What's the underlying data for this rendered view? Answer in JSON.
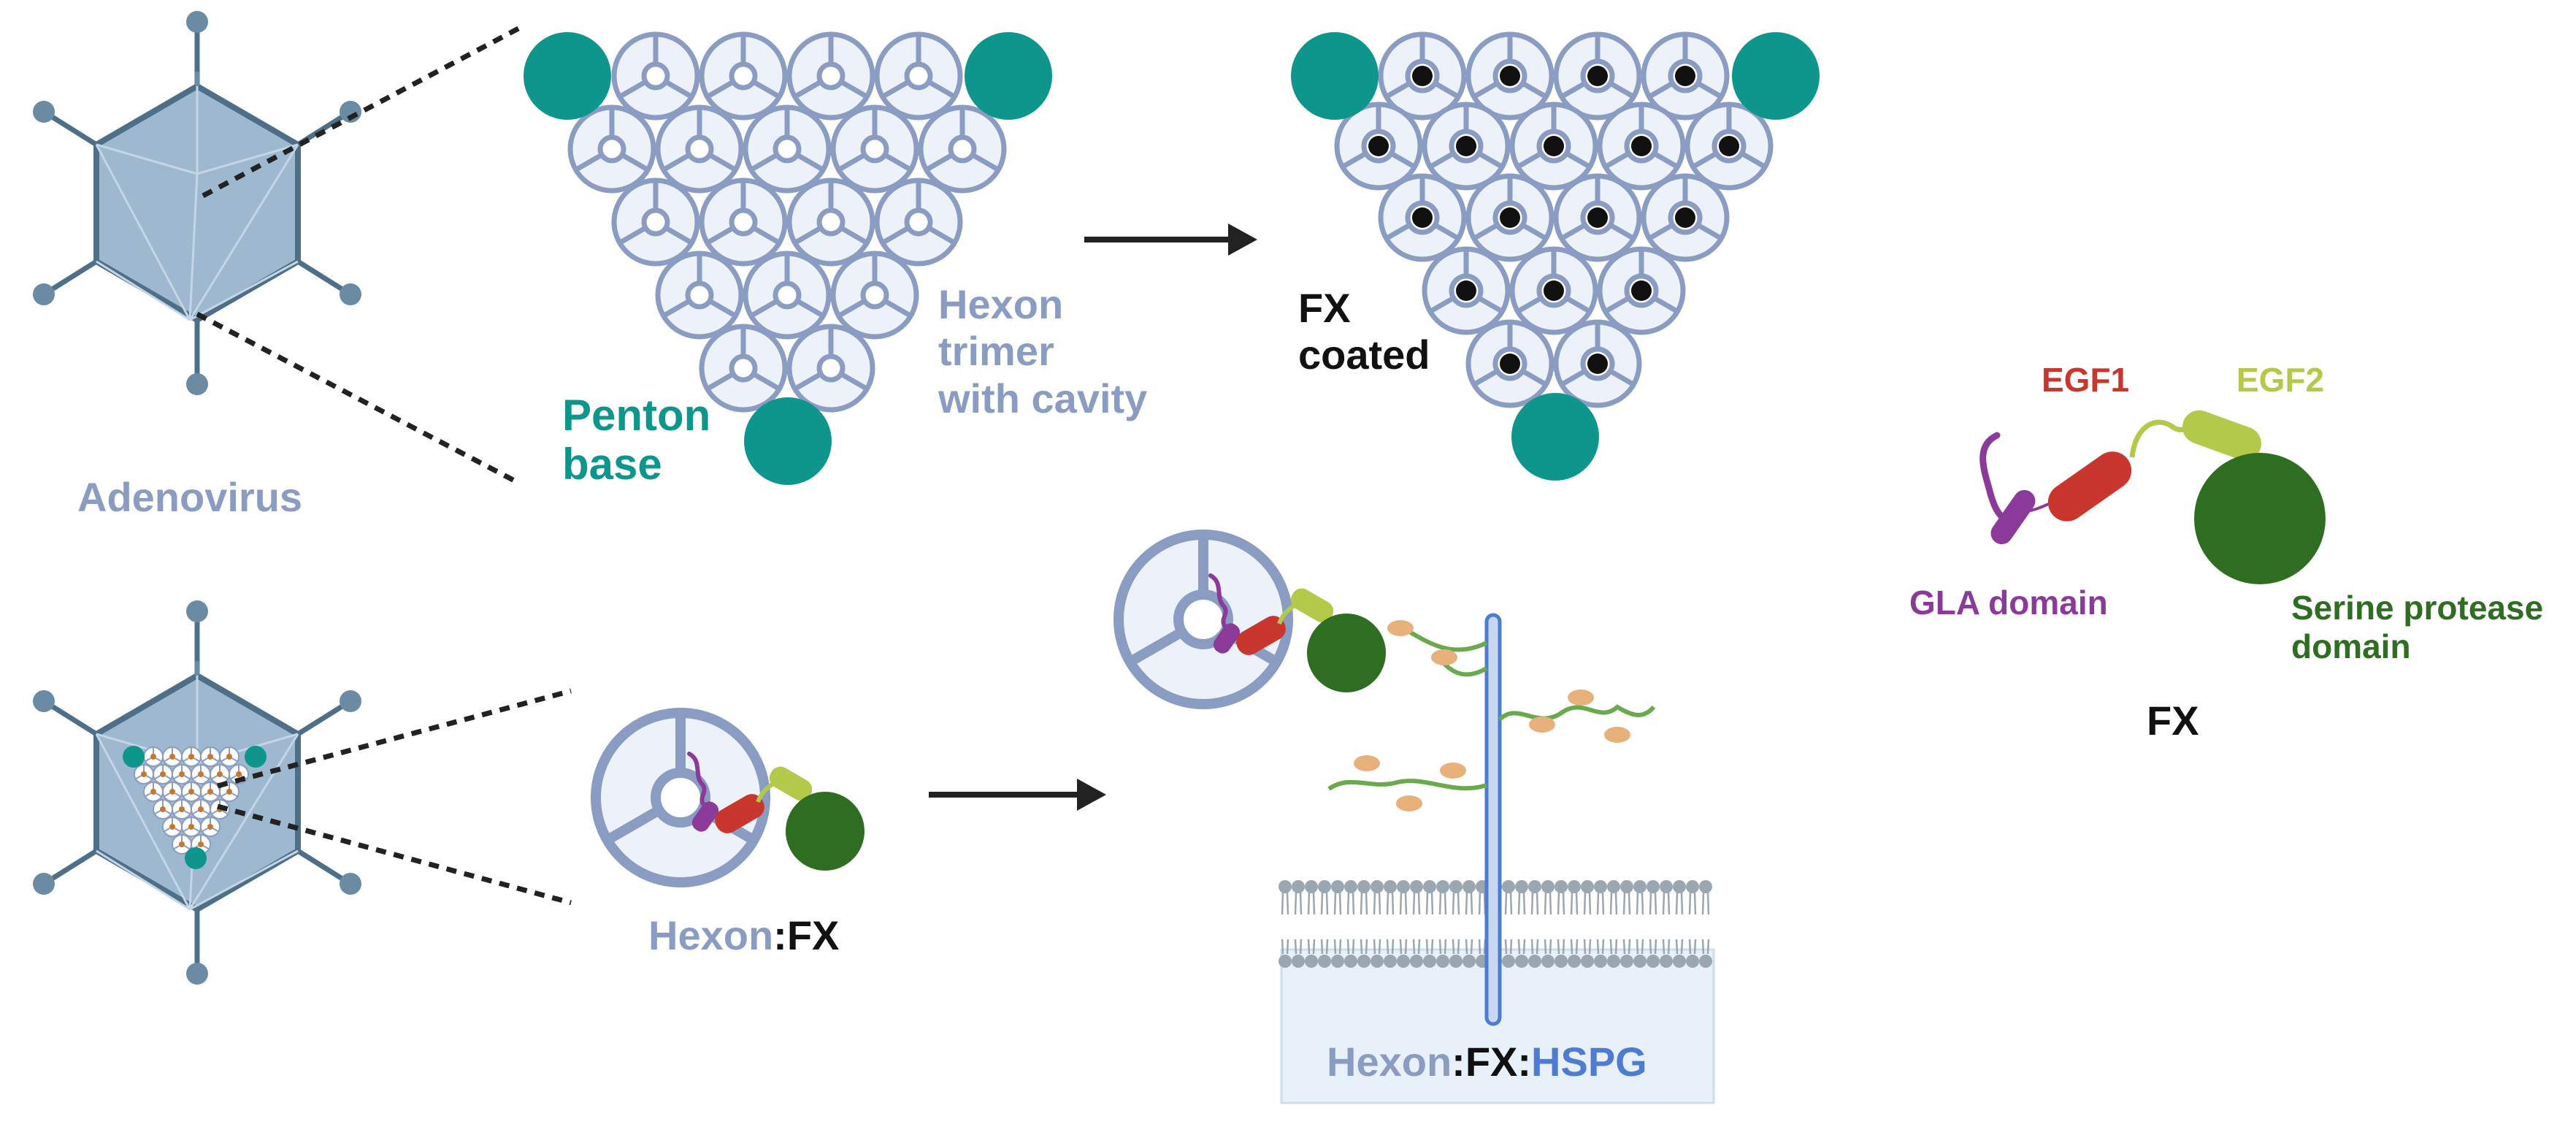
{
  "labels": {
    "adenovirus": "Adenovirus",
    "penton_line1": "Penton",
    "penton_line2": "base",
    "hexon_line1": "Hexon",
    "hexon_line2": "trimer",
    "hexon_line3": "with cavity",
    "fx_coated_line1": "FX",
    "fx_coated_line2": "coated",
    "egf1": "EGF1",
    "egf2": "EGF2",
    "gla": "GLA domain",
    "serine_line1": "Serine protease",
    "serine_line2": "domain",
    "fx": "FX",
    "hexon_fx": {
      "hexon": "Hexon",
      "sep": ":",
      "fx": "FX"
    },
    "hexon_fx_hspg": {
      "hexon": "Hexon",
      "sep1": ":",
      "fx": "FX",
      "sep2": ":",
      "hspg": "HSPG"
    }
  },
  "colors": {
    "teal": "#0f968c",
    "hexon_outline": "#8b9cc3",
    "hexon_fill": "#edf1fa",
    "capsid_fill": "#9db8cf",
    "capsid_stroke": "#4f6f88",
    "gla": "#8b3a9a",
    "egf1": "#c9362d",
    "egf2": "#b2c94a",
    "serine": "#2f6e22",
    "hspg_chain": "#6aaa4f",
    "sugar": "#e8b07a",
    "membrane": "#9aa6b0",
    "cell": "#e8f0fa",
    "hspg_blue": "#4f7bd1"
  }
}
